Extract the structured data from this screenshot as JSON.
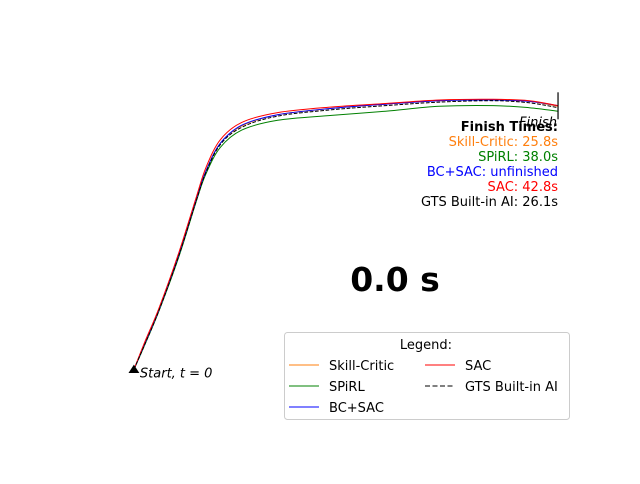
{
  "chart_data": {
    "type": "line",
    "title": "",
    "xlabel": "",
    "ylabel": "",
    "grid": false,
    "axes_visible": false,
    "start_label": "Start, t = 0",
    "finish_label": "Finish",
    "timer": "0.0 s",
    "finish_times": {
      "header": "Finish Times:",
      "entries": [
        {
          "text": "Skill-Critic: 25.8s",
          "color": "#ff7f0e"
        },
        {
          "text": "SPiRL: 38.0s",
          "color": "#008000"
        },
        {
          "text": "BC+SAC: unfinished",
          "color": "#0000ff"
        },
        {
          "text": "SAC: 42.8s",
          "color": "#ff0000"
        },
        {
          "text": "GTS Built-in AI: 26.1s",
          "color": "#000000"
        }
      ]
    },
    "legend": {
      "title": "Legend:",
      "placement": "lower-right",
      "columns": 2
    },
    "series": [
      {
        "name": "Skill-Critic",
        "color": "#ff7f0e",
        "dash": "solid",
        "points": [
          [
            0.0,
            0.0
          ],
          [
            3.0,
            7.2
          ],
          [
            7.0,
            17.0
          ],
          [
            12.5,
            32.6
          ],
          [
            17.4,
            48.6
          ],
          [
            20.0,
            56.6
          ],
          [
            24.0,
            64.6
          ],
          [
            30.0,
            69.6
          ],
          [
            40.0,
            72.8
          ],
          [
            55.0,
            74.6
          ],
          [
            70.0,
            75.8
          ],
          [
            85.0,
            76.8
          ],
          [
            100.0,
            77.0
          ],
          [
            110.0,
            76.6
          ],
          [
            118.0,
            75.2
          ]
        ]
      },
      {
        "name": "SPiRL",
        "color": "#008000",
        "dash": "solid",
        "points": [
          [
            0.0,
            0.0
          ],
          [
            3.0,
            7.0
          ],
          [
            7.0,
            16.8
          ],
          [
            12.5,
            32.2
          ],
          [
            17.4,
            48.2
          ],
          [
            20.0,
            55.8
          ],
          [
            24.0,
            63.4
          ],
          [
            30.0,
            68.4
          ],
          [
            40.0,
            71.2
          ],
          [
            55.0,
            72.6
          ],
          [
            70.0,
            73.8
          ],
          [
            85.0,
            75.2
          ],
          [
            100.0,
            75.4
          ],
          [
            110.0,
            74.8
          ],
          [
            118.0,
            73.8
          ]
        ]
      },
      {
        "name": "BC+SAC",
        "color": "#0000ff",
        "dash": "solid",
        "points": [
          [
            0.0,
            0.0
          ],
          [
            3.0,
            7.4
          ],
          [
            7.0,
            17.2
          ],
          [
            12.5,
            32.8
          ],
          [
            17.4,
            48.8
          ],
          [
            20.0,
            56.6
          ],
          [
            24.0,
            64.6
          ],
          [
            30.0,
            69.8
          ],
          [
            40.0,
            72.8
          ],
          [
            55.0,
            74.6
          ],
          [
            70.0,
            75.8
          ],
          [
            85.0,
            76.8
          ],
          [
            100.0,
            77.0
          ],
          [
            110.0,
            76.6
          ],
          [
            118.0,
            75.4
          ]
        ]
      },
      {
        "name": "SAC",
        "color": "#ff0000",
        "dash": "solid",
        "points": [
          [
            0.0,
            0.0
          ],
          [
            3.0,
            7.8
          ],
          [
            7.0,
            17.6
          ],
          [
            12.5,
            33.4
          ],
          [
            17.4,
            49.4
          ],
          [
            20.0,
            57.6
          ],
          [
            24.0,
            65.6
          ],
          [
            30.0,
            70.6
          ],
          [
            40.0,
            73.4
          ],
          [
            55.0,
            75.0
          ],
          [
            70.0,
            76.0
          ],
          [
            85.0,
            77.0
          ],
          [
            100.0,
            77.2
          ],
          [
            110.0,
            76.8
          ],
          [
            118.0,
            75.4
          ]
        ]
      },
      {
        "name": "GTS Built-in AI",
        "color": "#000000",
        "dash": "dashed",
        "points": [
          [
            0.0,
            0.0
          ],
          [
            3.0,
            7.1
          ],
          [
            7.0,
            16.9
          ],
          [
            12.5,
            32.5
          ],
          [
            17.4,
            48.4
          ],
          [
            20.0,
            56.2
          ],
          [
            24.0,
            64.2
          ],
          [
            30.0,
            69.2
          ],
          [
            40.0,
            72.4
          ],
          [
            55.0,
            74.2
          ],
          [
            70.0,
            75.4
          ],
          [
            85.0,
            76.4
          ],
          [
            100.0,
            76.8
          ],
          [
            110.0,
            76.2
          ],
          [
            118.0,
            74.8
          ]
        ]
      }
    ],
    "xlim": [
      -15,
      123
    ],
    "ylim": [
      -15,
      89
    ],
    "start_point": [
      0,
      0
    ],
    "finish_point": [
      118,
      75.2
    ]
  }
}
